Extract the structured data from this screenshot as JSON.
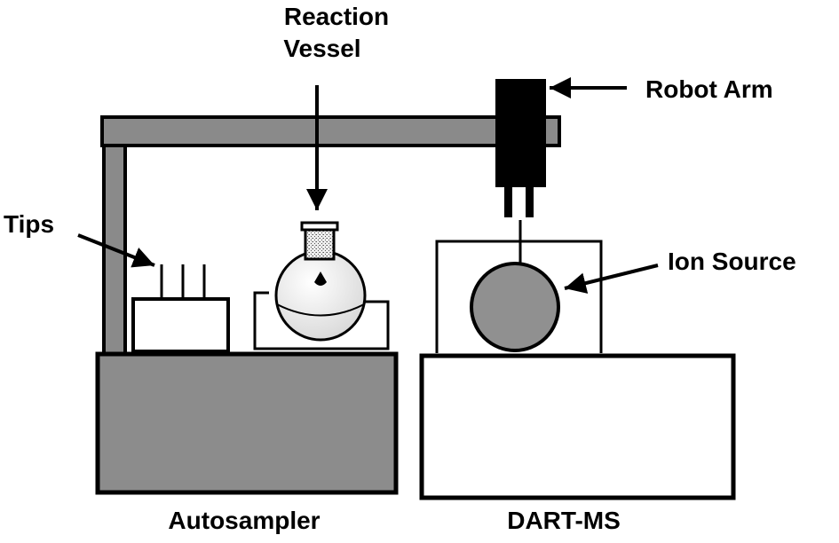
{
  "labels": {
    "reaction_vessel_line1": "Reaction",
    "reaction_vessel_line2": "Vessel",
    "robot_arm": "Robot Arm",
    "tips": "Tips",
    "ion_source": "Ion Source",
    "autosampler": "Autosampler",
    "dart_ms": "DART-MS"
  },
  "colors": {
    "outline": "#000000",
    "gantry_gray": "#8a8a8a",
    "autosampler_gray": "#8c8c8c",
    "ion_source_gray": "#909090",
    "background": "#ffffff"
  }
}
